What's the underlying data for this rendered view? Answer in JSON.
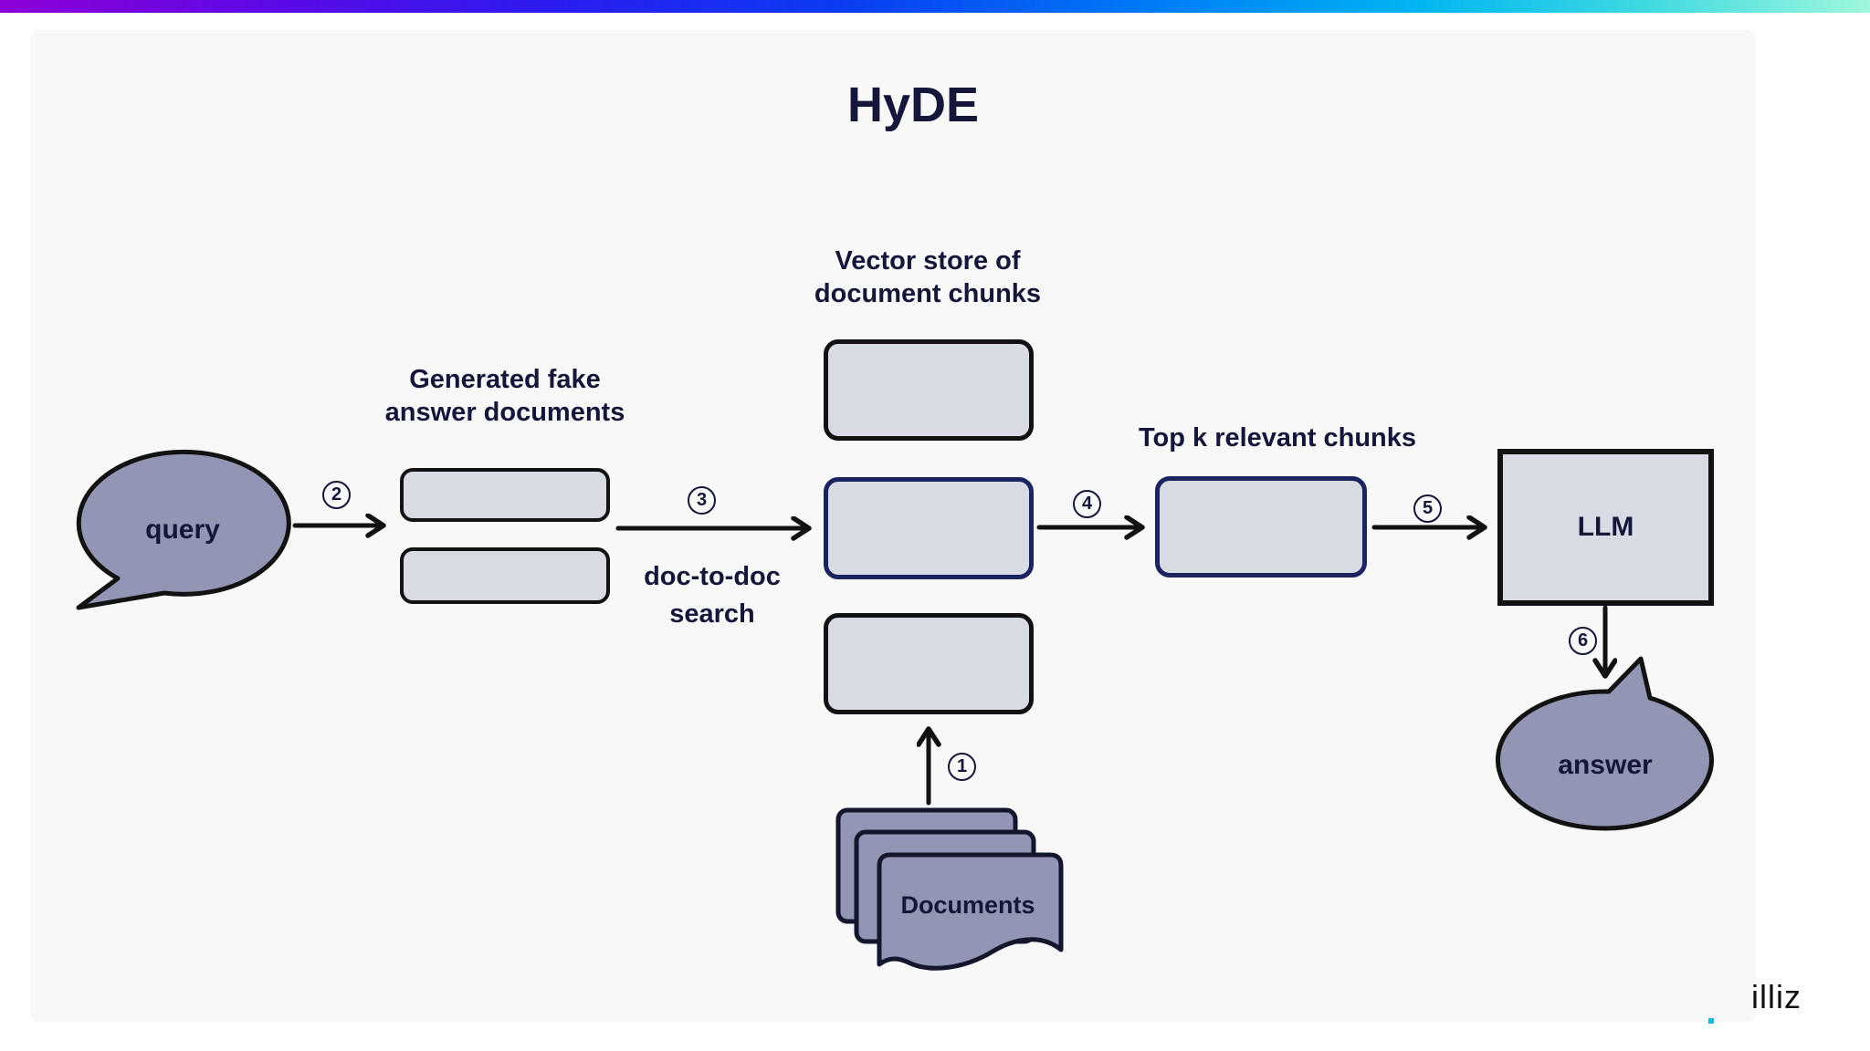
{
  "page": {
    "title": "HyDE",
    "brand_text": "illiz"
  },
  "colors": {
    "gradient_left": "#8e00d8",
    "gradient_middle": "#0b3cf2",
    "gradient_right": "#9ef7dc",
    "bubble_fill": "#9295b4",
    "box_fill": "#d8dae4",
    "outline_black": "#121212",
    "outline_navy": "#1b2361",
    "text_navy": "#14163a",
    "accent_dot": "#19b8d8"
  },
  "nodes": {
    "query": {
      "label": "query"
    },
    "generated_fake": {
      "line1": "Generated fake",
      "line2": "answer documents"
    },
    "vector_store": {
      "line1": "Vector store of",
      "line2": "document chunks"
    },
    "doc_to_doc": {
      "line1": "doc-to-doc",
      "line2": "search"
    },
    "top_k": {
      "label": "Top k relevant chunks"
    },
    "llm": {
      "label": "LLM"
    },
    "answer": {
      "label": "answer"
    },
    "documents": {
      "label": "Documents"
    }
  },
  "steps": {
    "step1": "1",
    "step2": "2",
    "step3": "3",
    "step4": "4",
    "step5": "5",
    "step6": "6"
  }
}
